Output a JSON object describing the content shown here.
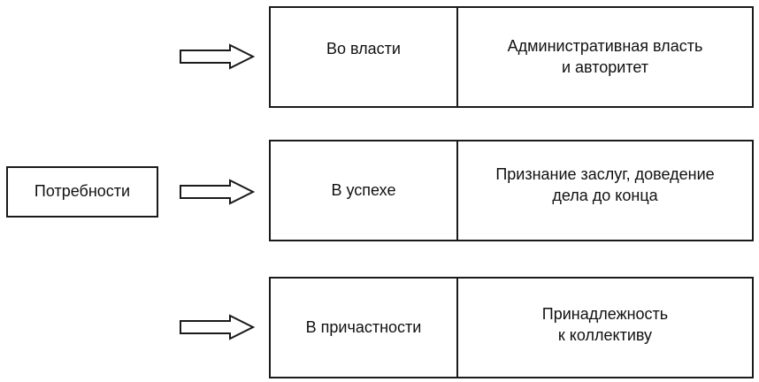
{
  "source": {
    "label": "Потребности"
  },
  "rows": [
    {
      "need": "Во власти",
      "description": "Административная власть\nи авторитет"
    },
    {
      "need": "В успехе",
      "description": "Признание заслуг, доведение\nдела до конца"
    },
    {
      "need": "В причастности",
      "description": "Принадлежность\nк коллективу"
    }
  ]
}
